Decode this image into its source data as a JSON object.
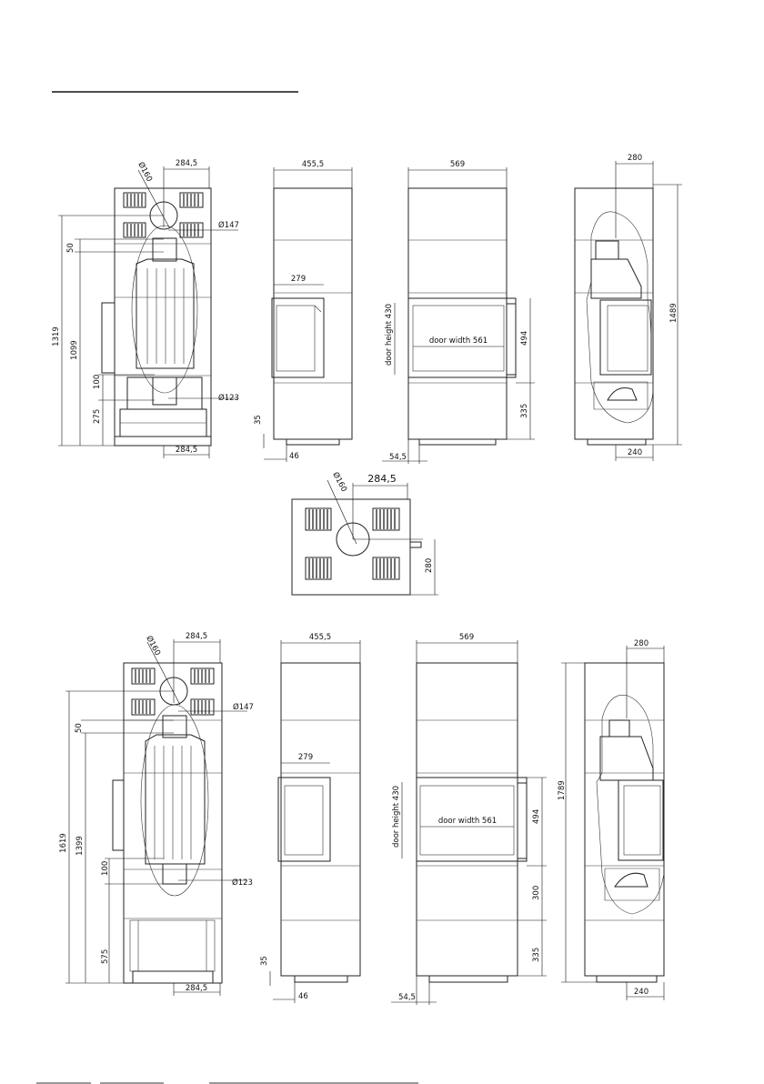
{
  "drawing1": {
    "front": {
      "top_width": "284,5",
      "flue_diameter": "Ø160",
      "inner_diameter": "Ø147",
      "dim_50": "50",
      "total_height": "1319",
      "height_1099": "1099",
      "dim_100": "100",
      "dim_275": "275",
      "air_diameter": "Ø123",
      "bottom_width": "284,5"
    },
    "side": {
      "width": "455,5",
      "glass_width": "279",
      "foot_height": "35",
      "foot_offset": "46"
    },
    "front_view": {
      "width": "569",
      "door_height": "door height 430",
      "door_width": "door width 561",
      "dim_494": "494",
      "dim_335": "335",
      "foot_offset": "54,5"
    },
    "section": {
      "top_width": "280",
      "total_height": "1489",
      "bottom_width": "240"
    }
  },
  "top_view": {
    "width": "284,5",
    "diameter": "Ø160",
    "depth": "280"
  },
  "drawing2": {
    "front": {
      "top_width": "284,5",
      "flue_diameter": "Ø160",
      "inner_diameter": "Ø147",
      "dim_50": "50",
      "total_height": "1619",
      "height_1399": "1399",
      "dim_100": "100",
      "dim_575": "575",
      "air_diameter": "Ø123",
      "bottom_width": "284,5"
    },
    "side": {
      "width": "455,5",
      "glass_width": "279",
      "foot_height": "35",
      "foot_offset": "46"
    },
    "front_view": {
      "width": "569",
      "door_height": "door height 430",
      "door_width": "door width 561",
      "dim_494": "494",
      "dim_300": "300",
      "dim_335": "335",
      "foot_offset": "54,5"
    },
    "section": {
      "top_width": "280",
      "total_height": "1789",
      "bottom_width": "240"
    }
  }
}
